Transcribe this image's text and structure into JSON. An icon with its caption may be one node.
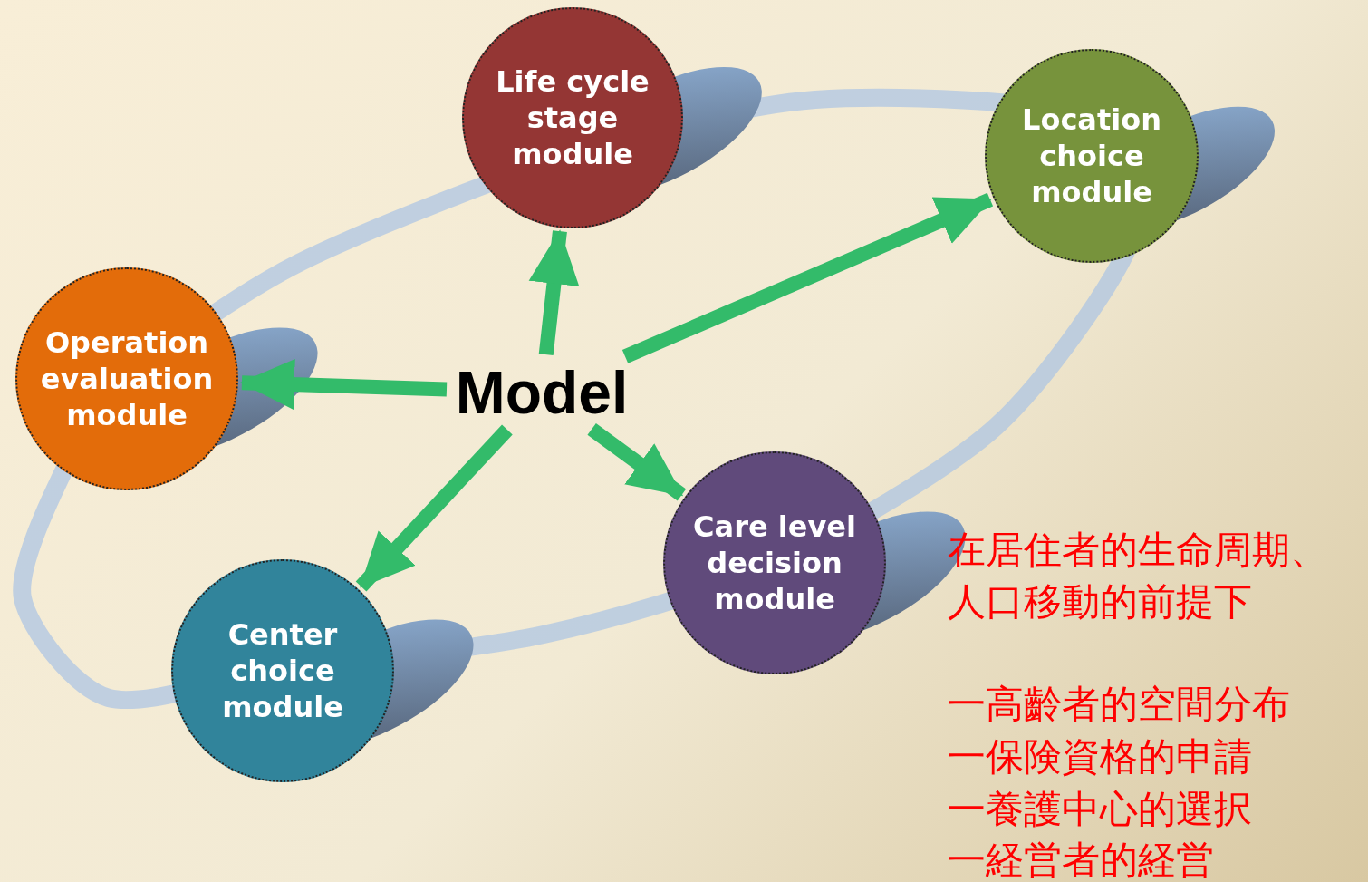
{
  "diagram": {
    "nodes": [
      {
        "text": [
          "Model"
        ]
      },
      {
        "text": [
          "Life cycle stage module"
        ]
      },
      {
        "text": [
          "Location choice module"
        ]
      },
      {
        "text": [
          "Operation evaluation module"
        ]
      },
      {
        "text": [
          "Care level decision module"
        ]
      },
      {
        "text": [
          "Center choice module"
        ]
      }
    ],
    "edges": [
      {
        "from": 0,
        "to": 1,
        "arrow": "to"
      },
      {
        "from": 0,
        "to": 2,
        "arrow": "to"
      },
      {
        "from": 0,
        "to": 3,
        "arrow": "to"
      },
      {
        "from": 0,
        "to": 4,
        "arrow": "to"
      },
      {
        "from": 0,
        "to": 5,
        "arrow": "to"
      }
    ],
    "labels": [
      "在居住者的生命周期、人口移動的前提下",
      "一高齡者的空間分布",
      "一保険資格的申請",
      "一養護中心的選択",
      "一経営者的経営"
    ]
  }
}
